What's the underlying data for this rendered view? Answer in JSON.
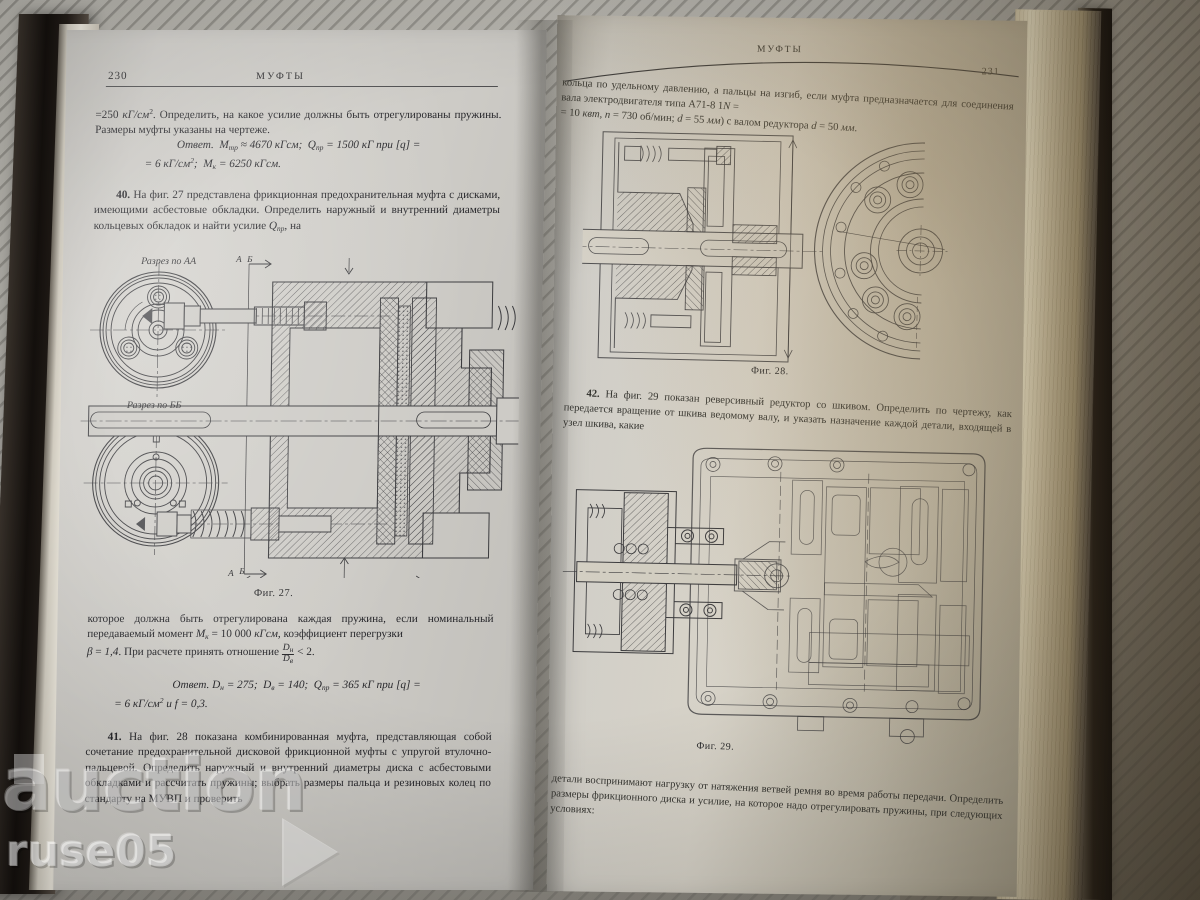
{
  "photo": {
    "subject": "open-book-spread",
    "background": "diagonal-striped-grey-cloth",
    "cover_color": "#1a1410",
    "page_color": "#d2d0ca"
  },
  "left_page": {
    "page_number": "230",
    "running_head": "МУФТЫ",
    "para_1": "=250 кГ/см². Определить, на какое усилие должны быть отрегулированы пружины. Размеры муфты указаны на чертеже.",
    "answer_1_line1": "Ответ.  M",
    "answer_1": "Ответ. Mтр ≈ 4670 кГсм;  Qпр = 1500 кГ при [q] = = 6 кГ/см²; Mк = 6250 кГсм.",
    "para_2_num": "40.",
    "para_2": "На фиг. 27 представлена фрикционная предохранительная муфта с дисками, имеющими асбестовые обкладки. Определить наружный и внутренний диаметры кольцевых обкладок и найти усилие Qпр, на",
    "fig_27": {
      "caption": "Фиг. 27.",
      "section_label_aa": "Разрез по АА",
      "section_label_bb": "Разрез по ББ",
      "marks": [
        "А",
        "Б",
        "А",
        "Б"
      ]
    },
    "para_3": "которое должна быть отрегулирована каждая пружина, если номинальный передаваемый момент Mк = 10 000 кГсм, коэффициент перегрузки β = 1,4. При расчете принять отношение Dн/Dв < 2.",
    "answer_2": "Ответ. Dн = 275;  Dв = 140;  Qпр = 365 кГ при [q] = = 6 кГ/см² и f = 0,3.",
    "para_4_num": "41.",
    "para_4": "На фиг. 28 показана комбинированная муфта, представляющая собой сочетание предохранительной дисковой фрикционной муфты с упругой втулочно-пальцевой. Определить наружный и внутренний диаметры диска с асбестовыми обкладками и рассчитать пружины; выбрать размеры пальца и резиновых колец по стандарту на МУВП и проверить"
  },
  "right_page": {
    "page_number": "231",
    "running_head": "МУФТЫ",
    "para_1": "кольца по удельному давлению, а пальцы на изгиб, если муфта предназначается для соединения вала электродвигателя типа А71-8 1N = = 10 квт, n = 730 об/мин; d = 55 мм) с валом редуктора d = 50 мм.",
    "fig_28": {
      "caption": "Фиг. 28."
    },
    "para_2_num": "42.",
    "para_2": "На фиг. 29 показан реверсивный редуктор со шкивом. Определить по чертежу, как передается вращение от шкива ведомому валу, и указать назначение каждой детали, входящей в узел шкива, какие",
    "fig_29": {
      "caption": "Фиг. 29."
    },
    "para_3": "детали воспринимают нагрузку от натяжения ветвей ремня во время работы передачи. Определить размеры фрикционного диска и усилие, на которое надо отрегулировать пружины, при следующих условиях:"
  },
  "watermark": {
    "main": "auction",
    "secondary": "ruse05",
    "play_icon": "play-triangle-icon"
  }
}
